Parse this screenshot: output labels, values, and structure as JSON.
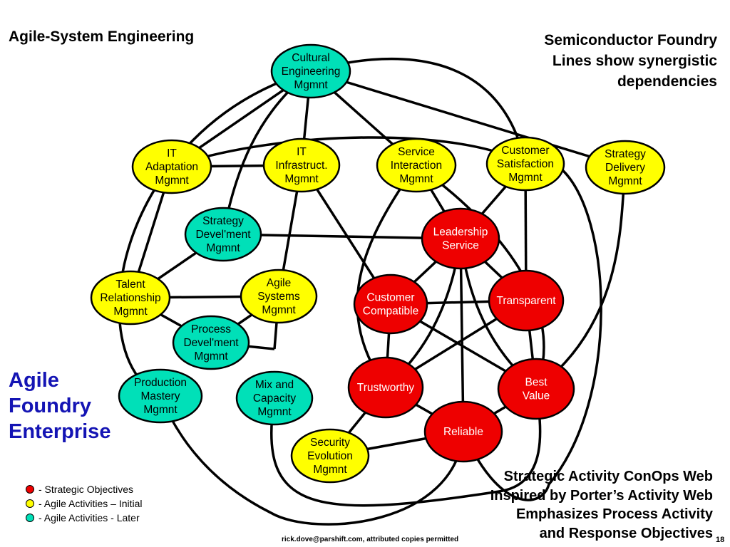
{
  "slide": {
    "title_left": "Agile-System Engineering",
    "title_right_lines": [
      "Semiconductor Foundry",
      "Lines show synergistic",
      "dependencies"
    ],
    "side_title_lines": [
      "Agile",
      "Foundry",
      "Enterprise"
    ],
    "caption_lines": [
      "Strategic Activity ConOps Web",
      "Inspired by Porter’s Activity Web",
      "Emphasizes Process Activity",
      "and Response Objectives"
    ],
    "footer": "rick.dove@parshift.com, attributed copies permitted",
    "page_number": "18"
  },
  "legend": [
    {
      "label": "- Strategic Objectives",
      "color": "#ee0000"
    },
    {
      "label": "- Agile Activities – Initial",
      "color": "#ffff00"
    },
    {
      "label": "- Agile Activities - Later",
      "color": "#00e0b8"
    }
  ],
  "colors": {
    "strategic": "#ee0000",
    "initial": "#ffff00",
    "later": "#00e0b8",
    "line": "#000000",
    "side_title": "#1414b4"
  },
  "nodes": [
    {
      "id": "cultural",
      "kind": "later",
      "lines": [
        "Cultural",
        "Engineering",
        "Mgmnt"
      ]
    },
    {
      "id": "it-adapt",
      "kind": "initial",
      "lines": [
        "IT",
        "Adaptation",
        "Mgmnt"
      ]
    },
    {
      "id": "it-infra",
      "kind": "initial",
      "lines": [
        "IT",
        "Infrastruct.",
        "Mgmnt"
      ]
    },
    {
      "id": "service",
      "kind": "initial",
      "lines": [
        "Service",
        "Interaction",
        "Mgmnt"
      ]
    },
    {
      "id": "customer-sat",
      "kind": "initial",
      "lines": [
        "Customer",
        "Satisfaction",
        "Mgmnt"
      ]
    },
    {
      "id": "strat-delivery",
      "kind": "initial",
      "lines": [
        "Strategy",
        "Delivery",
        "Mgmnt"
      ]
    },
    {
      "id": "strat-devel",
      "kind": "later",
      "lines": [
        "Strategy",
        "Devel'ment",
        "Mgmnt"
      ]
    },
    {
      "id": "leadership",
      "kind": "strategic",
      "lines": [
        "Leadership",
        "Service"
      ]
    },
    {
      "id": "talent",
      "kind": "initial",
      "lines": [
        "Talent",
        "Relationship",
        "Mgmnt"
      ]
    },
    {
      "id": "agile-sys",
      "kind": "initial",
      "lines": [
        "Agile",
        "Systems",
        "Mgmnt"
      ]
    },
    {
      "id": "cust-compat",
      "kind": "strategic",
      "lines": [
        "Customer",
        "Compatible"
      ]
    },
    {
      "id": "transparent",
      "kind": "strategic",
      "lines": [
        "Transparent"
      ]
    },
    {
      "id": "process",
      "kind": "later",
      "lines": [
        "Process",
        "Devel'ment",
        "Mgmnt"
      ]
    },
    {
      "id": "production",
      "kind": "later",
      "lines": [
        "Production",
        "Mastery",
        "Mgmnt"
      ]
    },
    {
      "id": "mix",
      "kind": "later",
      "lines": [
        "Mix and",
        "Capacity",
        "Mgmnt"
      ]
    },
    {
      "id": "trustworthy",
      "kind": "strategic",
      "lines": [
        "Trustworthy"
      ]
    },
    {
      "id": "best-value",
      "kind": "strategic",
      "lines": [
        "Best",
        "Value"
      ]
    },
    {
      "id": "reliable",
      "kind": "strategic",
      "lines": [
        "Reliable"
      ]
    },
    {
      "id": "security",
      "kind": "initial",
      "lines": [
        "Security",
        "Evolution",
        "Mgmnt"
      ]
    }
  ]
}
